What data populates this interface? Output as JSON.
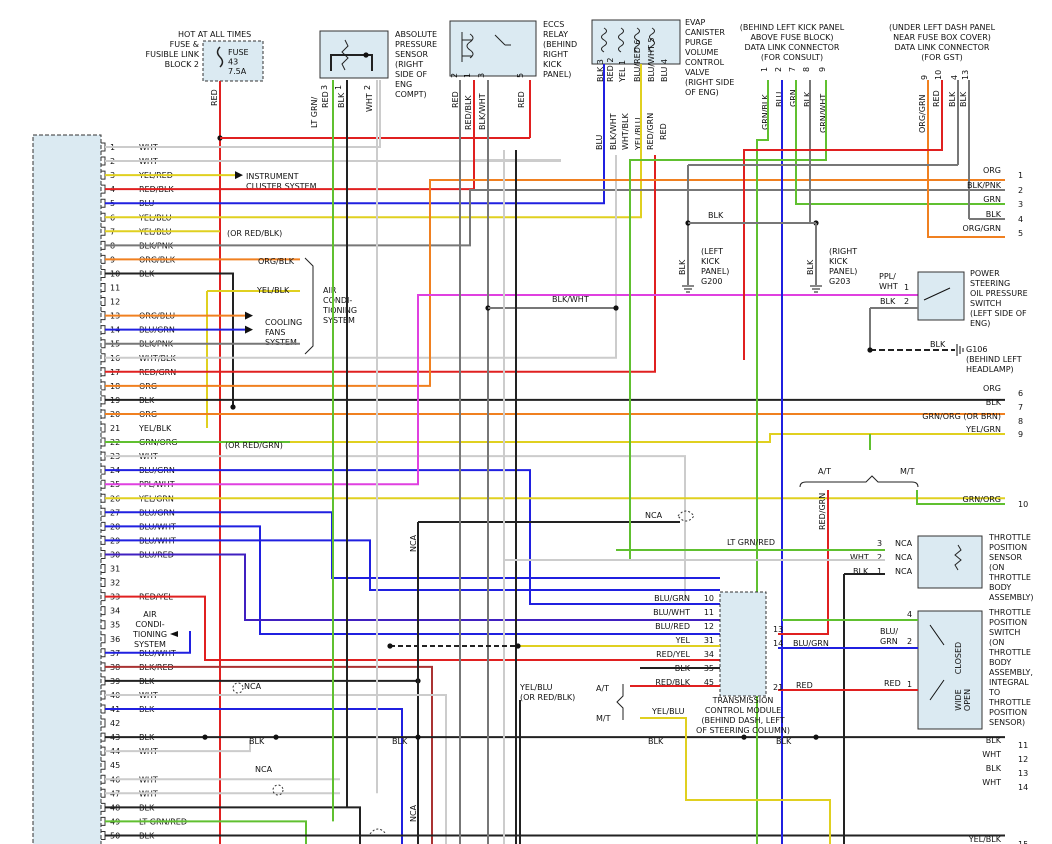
{
  "ecm_pins": [
    {
      "n": "1",
      "label": "WHT",
      "color": "#cccccc"
    },
    {
      "n": "2",
      "label": "WHT",
      "color": "#cccccc"
    },
    {
      "n": "3",
      "label": "YEL/RED",
      "color": "#e0c020"
    },
    {
      "n": "4",
      "label": "RED/BLK",
      "color": "#e02020"
    },
    {
      "n": "5",
      "label": "BLU",
      "color": "#2020e0"
    },
    {
      "n": "6",
      "label": "YEL/BLU",
      "color": "#e0c020"
    },
    {
      "n": "7",
      "label": "YEL/BLU",
      "color": "#e0c020"
    },
    {
      "n": "8",
      "label": "BLK/PNK",
      "color": "#888888"
    },
    {
      "n": "9",
      "label": "ORG/BLK",
      "color": "#f08020"
    },
    {
      "n": "10",
      "label": "BLK",
      "color": "#555555"
    },
    {
      "n": "11",
      "label": "",
      "color": ""
    },
    {
      "n": "12",
      "label": "",
      "color": ""
    },
    {
      "n": "13",
      "label": "ORG/BLU",
      "color": "#f08020"
    },
    {
      "n": "14",
      "label": "BLU/GRN",
      "color": "#2040c0"
    },
    {
      "n": "15",
      "label": "BLK/PNK",
      "color": "#888888"
    },
    {
      "n": "16",
      "label": "WHT/BLK",
      "color": "#bbbbbb"
    },
    {
      "n": "17",
      "label": "RED/GRN",
      "color": "#e02020"
    },
    {
      "n": "18",
      "label": "ORG",
      "color": "#f08020"
    },
    {
      "n": "19",
      "label": "BLK",
      "color": "#555555"
    },
    {
      "n": "20",
      "label": "ORG",
      "color": "#f08020"
    },
    {
      "n": "21",
      "label": "YEL/BLK",
      "color": "#e0c020"
    },
    {
      "n": "22",
      "label": "GRN/ORG",
      "color": "#60c030"
    },
    {
      "n": "23",
      "label": "WHT",
      "color": "#cccccc"
    },
    {
      "n": "24",
      "label": "BLU/GRN",
      "color": "#2040c0"
    },
    {
      "n": "25",
      "label": "PPL/WHT",
      "color": "#e040e0"
    },
    {
      "n": "26",
      "label": "YEL/GRN",
      "color": "#e0d020"
    },
    {
      "n": "27",
      "label": "BLU/GRN",
      "color": "#2040c0"
    },
    {
      "n": "28",
      "label": "BLU/WHT",
      "color": "#2040c0"
    },
    {
      "n": "29",
      "label": "BLU/WHT",
      "color": "#2040c0"
    },
    {
      "n": "30",
      "label": "BLU/RED",
      "color": "#4020c0"
    },
    {
      "n": "31",
      "label": "",
      "color": ""
    },
    {
      "n": "32",
      "label": "",
      "color": ""
    },
    {
      "n": "33",
      "label": "RED/YEL",
      "color": "#e02020"
    },
    {
      "n": "34",
      "label": "",
      "color": ""
    },
    {
      "n": "35",
      "label": "",
      "color": ""
    },
    {
      "n": "36",
      "label": "",
      "color": ""
    },
    {
      "n": "37",
      "label": "BLU/WHT",
      "color": "#2040c0"
    },
    {
      "n": "38",
      "label": "BLK/RED",
      "color": "#aa3333"
    },
    {
      "n": "39",
      "label": "BLK",
      "color": "#555555"
    },
    {
      "n": "40",
      "label": "WHT",
      "color": "#cccccc"
    },
    {
      "n": "41",
      "label": "BLK",
      "color": "#555555"
    },
    {
      "n": "42",
      "label": "",
      "color": ""
    },
    {
      "n": "43",
      "label": "BLK",
      "color": "#555555"
    },
    {
      "n": "44",
      "label": "WHT",
      "color": "#cccccc"
    },
    {
      "n": "45",
      "label": "",
      "color": ""
    },
    {
      "n": "46",
      "label": "WHT",
      "color": "#cccccc"
    },
    {
      "n": "47",
      "label": "WHT",
      "color": "#cccccc"
    },
    {
      "n": "48",
      "label": "BLK",
      "color": "#555555"
    },
    {
      "n": "49",
      "label": "LT GRN/RED",
      "color": "#60c030"
    },
    {
      "n": "50",
      "label": "BLK",
      "color": "#555555"
    }
  ],
  "inline_notes": {
    "p7_note": "(OR RED/BLK)",
    "p22_note": "(OR RED/GRN)",
    "instrument": "INSTRUMENT\nCLUSTER SYSTEM",
    "ac_system": "AIR\nCONDI-\nTIONING\nSYSTEM",
    "ac_top1": "ORG/BLK",
    "ac_top2": "YEL/BLK",
    "cooling_fans": "COOLING\nFANS\nSYSTEM",
    "ac_left": "AIR\nCONDI-\nTIONING\nSYSTEM"
  },
  "components": {
    "fuse_title": "HOT AT ALL TIMES",
    "fuse_block": "FUSE &\nFUSIBLE LINK\nBLOCK 2",
    "fuse_label": "FUSE\n43\n7.5A",
    "fuse_wire": "RED",
    "abs_sensor": "ABSOLUTE\nPRESSURE\nSENSOR\n(RIGHT\nSIDE OF\nENG\nCOMPT)",
    "abs_wires": [
      "LT GRN/\nRED",
      "BLK",
      "WHT"
    ],
    "abs_pins": [
      "3",
      "1",
      "2"
    ],
    "eccs_relay": "ECCS\nRELAY\n(BEHIND\nRIGHT\nKICK\nPANEL)",
    "eccs_pins": [
      "2",
      "1",
      "3",
      "5"
    ],
    "eccs_wires": [
      "RED",
      "RED/BLK",
      "BLK/WHT",
      "RED"
    ],
    "evap": "EVAP\nCANISTER\nPURGE\nVOLUME\nCONTROL\nVALVE\n(RIGHT SIDE\nOF ENG)",
    "evap_pins": [
      "3",
      "2",
      "1",
      "6",
      "5",
      "4"
    ],
    "evap_top": [
      "BLK",
      "RED",
      "YEL",
      "BLU/RED",
      "BLU/WHT",
      "BLU"
    ],
    "evap_bottom": [
      "BLU",
      "BLK/WHT",
      "WHT/BLK",
      "YEL/BLU",
      "RED/GRN",
      "RED"
    ],
    "dlc_consult": "(BEHIND LEFT KICK PANEL\nABOVE FUSE BLOCK)\nDATA LINK CONNECTOR\n(FOR CONSULT)",
    "dlc_consult_pins": [
      "1",
      "2",
      "7",
      "8",
      "9"
    ],
    "dlc_consult_wires": [
      "GRN/BLK",
      "BLU",
      "GRN",
      "BLK",
      "GRN/WHT"
    ],
    "dlc_gst": "(UNDER LEFT DASH PANEL\nNEAR FUSE BOX COVER)\nDATA LINK CONNECTOR\n(FOR GST)",
    "dlc_gst_pins": [
      "9",
      "10",
      "4",
      "13"
    ],
    "dlc_gst_wires": [
      "ORG/GRN",
      "RED",
      "BLK",
      "BLK"
    ],
    "ground_left": "(LEFT\nKICK\nPANEL)\nG200",
    "ground_right": "(RIGHT\nKICK\nPANEL)\nG203",
    "blk": "BLK",
    "blk_wht": "BLK/WHT",
    "ps_switch": "POWER\nSTEERING\nOIL PRESSURE\nSWITCH\n(LEFT SIDE OF\nENG)",
    "ps_w1": "PPL/\nWHT",
    "ps_w2": "BLK",
    "ps_p1": "1",
    "ps_p2": "2",
    "g106": "G106\n(BEHIND LEFT\nHEADLAMP)",
    "g106_wire": "BLK",
    "tps_sensor": "THROTTLE\nPOSITION\nSENSOR\n(ON\nTHROTTLE\nBODY\nASSEMBLY)",
    "tps_switch": "THROTTLE\nPOSITION\nSWITCH\n(ON\nTHROTTLE\nBODY\nASSEMBLY,\nINTEGRAL\nTO\nTHROTTLE\nPOSITION\nSENSOR)",
    "closed": "CLOSED",
    "wide_open": "WIDE\nOPEN",
    "tcm": "TRANSMISSION\nCONTROL MODULE\n(BEHIND DASH, LEFT\nOF STEERING COLUMN)",
    "tcm_pins": [
      {
        "w": "BLU/GRN",
        "n": "10"
      },
      {
        "w": "BLU/WHT",
        "n": "11"
      },
      {
        "w": "BLU/RED",
        "n": "12"
      },
      {
        "w": "YEL",
        "n": "31"
      },
      {
        "w": "RED/YEL",
        "n": "34"
      },
      {
        "w": "BLK",
        "n": "35"
      },
      {
        "w": "RED/BLK",
        "n": "45"
      }
    ],
    "tcm_right": [
      {
        "n": "13"
      },
      {
        "n": "14",
        "w": "BLU/GRN"
      },
      {
        "n": "21",
        "w": "RED"
      }
    ],
    "at": "A/T",
    "mt": "M/T",
    "at_mt_note": "YEL/BLU\n(OR RED/BLK)",
    "mt_wire": "YEL/BLU",
    "nca": "NCA",
    "lt_grn_red": "LT GRN/RED",
    "wht": "WHT",
    "red_grn": "RED/GRN",
    "grn_org_or": "GRN/ORG (OR RED/GRN)",
    "grn_org": "GRN/ORG",
    "blu_grn": "BLU/\nGRN",
    "red": "RED"
  },
  "right_edge": [
    {
      "n": "1",
      "w": "ORG"
    },
    {
      "n": "2",
      "w": "BLK/PNK"
    },
    {
      "n": "3",
      "w": "GRN"
    },
    {
      "n": "4",
      "w": "BLK"
    },
    {
      "n": "5",
      "w": "ORG/GRN"
    },
    {
      "n": "6",
      "w": "ORG"
    },
    {
      "n": "7",
      "w": "BLK"
    },
    {
      "n": "8",
      "w": "GRN/ORG (OR BRN)"
    },
    {
      "n": "9",
      "w": "YEL/GRN"
    },
    {
      "n": "10",
      "w": "GRN/ORG"
    },
    {
      "n": "11",
      "w": "BLK"
    },
    {
      "n": "12",
      "w": "WHT"
    },
    {
      "n": "13",
      "w": "BLK"
    },
    {
      "n": "14",
      "w": "WHT"
    },
    {
      "n": "15",
      "w": "YEL/BLK"
    }
  ],
  "colors": {
    "red": "#e02020",
    "blue": "#2020e0",
    "yellow": "#e0d020",
    "orange": "#f08020",
    "green": "#60c030",
    "black": "#222222",
    "gray": "#777777",
    "white": "#cccccc",
    "pink": "#e040e0",
    "module_fill": "#dbeaf2"
  }
}
